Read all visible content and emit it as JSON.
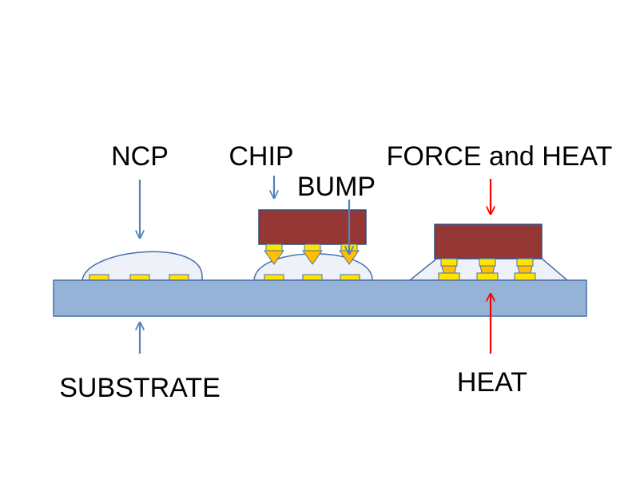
{
  "labels": {
    "ncp": "NCP",
    "chip": "CHIP",
    "bump": "BUMP",
    "force_heat": "FORCE and HEAT",
    "substrate": "SUBSTRATE",
    "heat": "HEAT"
  },
  "colors": {
    "substrate_fill": "#95b3d7",
    "outline": "#4a70a8",
    "ncp_fill": "#eef2f8",
    "chip_fill": "#953735",
    "chip_stroke": "#2f4f7f",
    "pad_fill": "#ffe400",
    "bump_fill": "#ffc000",
    "arrow_blue": "#4f81bd",
    "arrow_red": "#ff0000"
  }
}
